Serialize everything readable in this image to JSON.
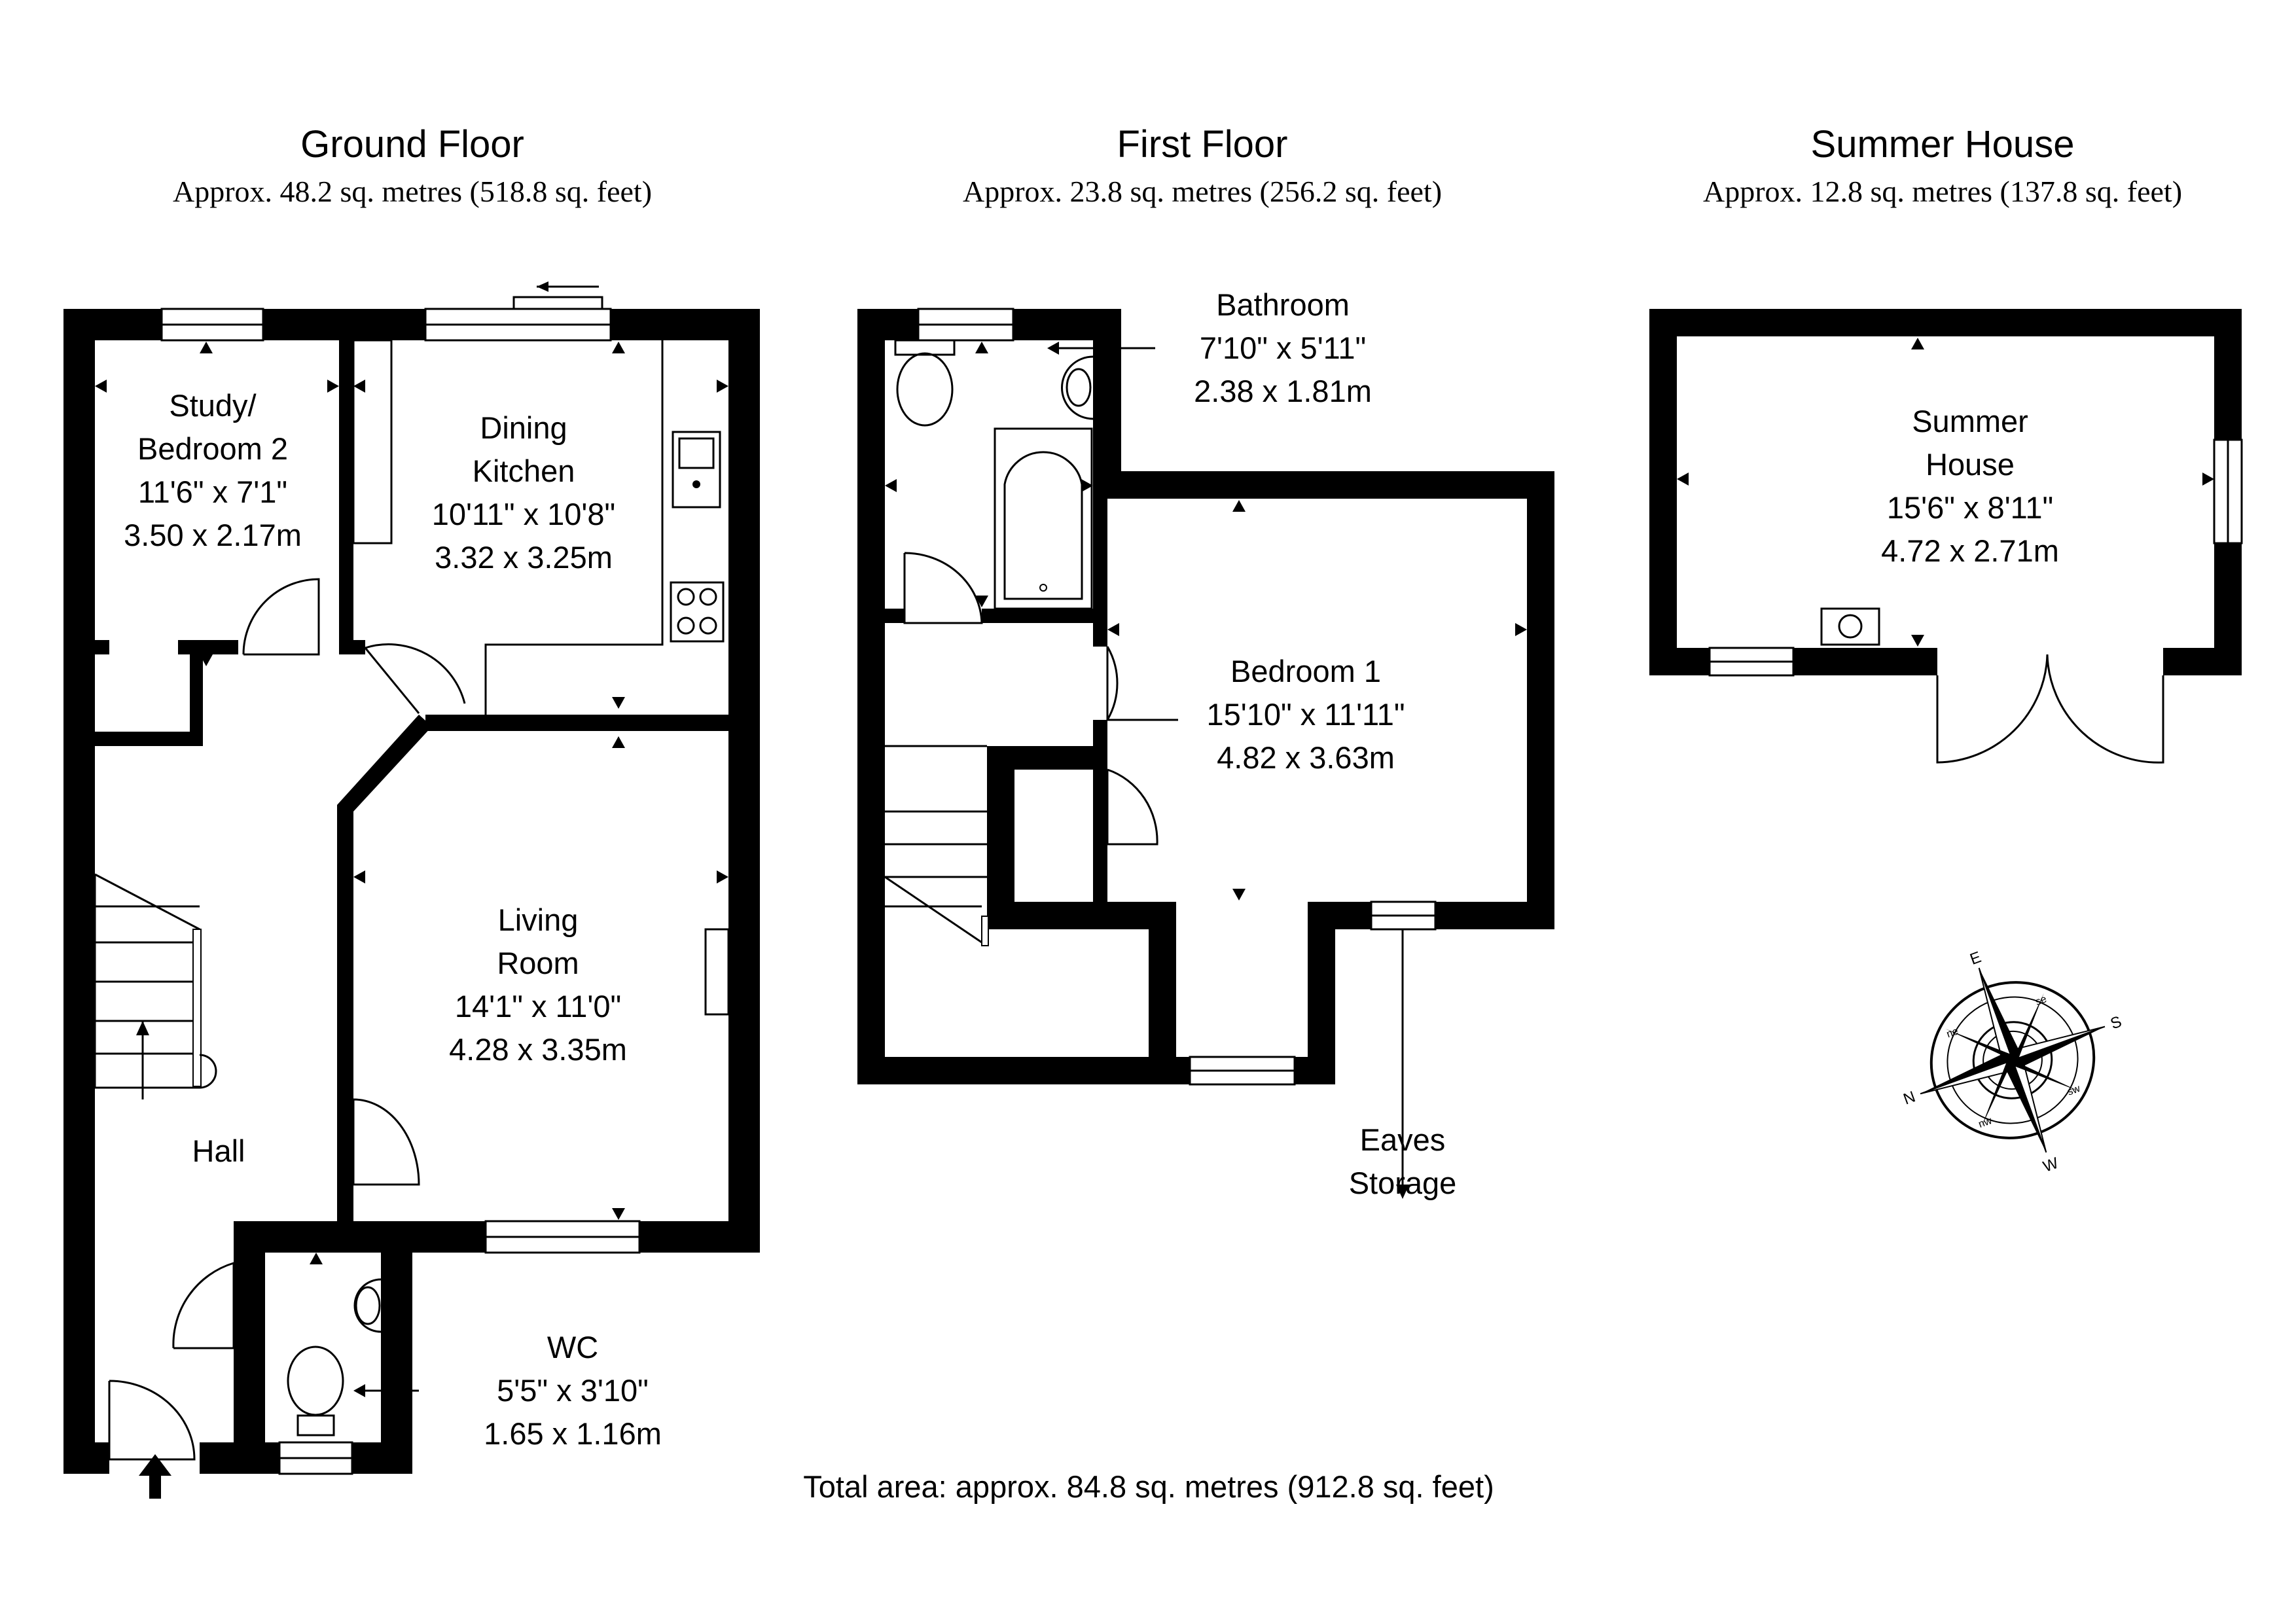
{
  "floors": {
    "ground": {
      "title": "Ground Floor",
      "area": "Approx. 48.2 sq. metres (518.8 sq. feet)"
    },
    "first": {
      "title": "First Floor",
      "area": "Approx. 23.8 sq. metres (256.2 sq. feet)"
    },
    "summer": {
      "title": "Summer House",
      "area": "Approx. 12.8 sq. metres (137.8 sq. feet)"
    }
  },
  "rooms": {
    "study": {
      "name1": "Study/",
      "name2": "Bedroom 2",
      "imperial": "11'6\" x 7'1\"",
      "metric": "3.50 x 2.17m"
    },
    "dining": {
      "name1": "Dining",
      "name2": "Kitchen",
      "imperial": "10'11\" x 10'8\"",
      "metric": "3.32 x 3.25m"
    },
    "living": {
      "name1": "Living",
      "name2": "Room",
      "imperial": "14'1\" x 11'0\"",
      "metric": "4.28 x 3.35m"
    },
    "hall": {
      "name": "Hall"
    },
    "wc": {
      "name": "WC",
      "imperial": "5'5\" x 3'10\"",
      "metric": "1.65 x 1.16m"
    },
    "bathroom": {
      "name": "Bathroom",
      "imperial": "7'10\" x 5'11\"",
      "metric": "2.38 x 1.81m"
    },
    "bedroom1": {
      "name": "Bedroom 1",
      "imperial": "15'10\" x 11'11\"",
      "metric": "4.82 x 3.63m"
    },
    "eaves": {
      "name1": "Eaves",
      "name2": "Storage"
    },
    "summerhouse": {
      "name1": "Summer",
      "name2": "House",
      "imperial": "15'6\" x 8'11\"",
      "metric": "4.72 x 2.71m"
    }
  },
  "total": "Total area: approx. 84.8 sq. metres (912.8 sq. feet)",
  "compass": {
    "letters": [
      "E",
      "S",
      "W",
      "N"
    ],
    "minor": [
      "se",
      "sw",
      "nw",
      "ne"
    ]
  },
  "icons": [
    "compass-rose-icon",
    "entrance-arrow-icon",
    "toilet-icon",
    "basin-icon",
    "bath-icon",
    "sink-icon",
    "hob-icon",
    "stairs-icon"
  ]
}
